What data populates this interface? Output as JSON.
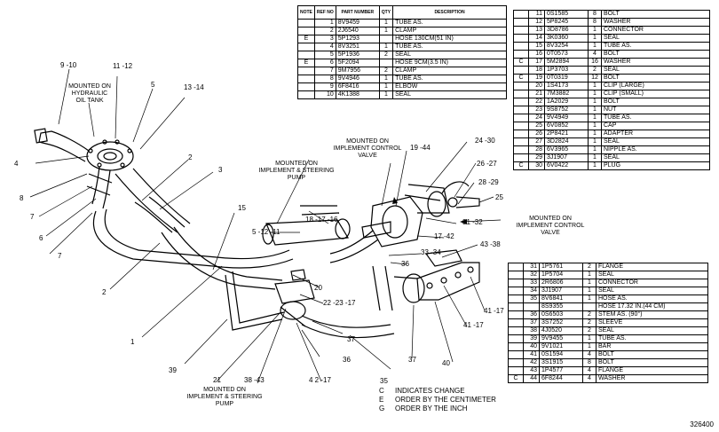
{
  "table_top": {
    "headers": [
      "NOTE",
      "REF NO",
      "PART NUMBER",
      "QTY",
      "DESCRIPTION"
    ],
    "rows": [
      {
        "c": "",
        "n": "1",
        "pn": "8V9459",
        "q": "1",
        "d": "TUBE AS."
      },
      {
        "c": "",
        "n": "2",
        "pn": "2J6540",
        "q": "1",
        "d": "CLAMP"
      },
      {
        "c": "E",
        "n": "3",
        "pn": "5P1293",
        "q": "",
        "d": "HOSE 130CM(51 IN)"
      },
      {
        "c": "",
        "n": "4",
        "pn": "8V3251",
        "q": "1",
        "d": "TUBE AS."
      },
      {
        "c": "",
        "n": "5",
        "pn": "5P1936",
        "q": "2",
        "d": "SEAL"
      },
      {
        "c": "E",
        "n": "6",
        "pn": "5F2094",
        "q": "",
        "d": "HOSE 9CM(3.5 IN)"
      },
      {
        "c": "",
        "n": "7",
        "pn": "9M7956",
        "q": "2",
        "d": "CLAMP"
      },
      {
        "c": "",
        "n": "8",
        "pn": "9V4946",
        "q": "1",
        "d": "TUBE AS."
      },
      {
        "c": "",
        "n": "9",
        "pn": "6F8416",
        "q": "1",
        "d": "ELBOW"
      },
      {
        "c": "",
        "n": "10",
        "pn": "4K1388",
        "q": "1",
        "d": "SEAL"
      }
    ]
  },
  "table_right_top": {
    "rows": [
      {
        "c": "",
        "n": "11",
        "pn": "0S1585",
        "q": "8",
        "d": "BOLT"
      },
      {
        "c": "",
        "n": "12",
        "pn": "5P8245",
        "q": "8",
        "d": "WASHER"
      },
      {
        "c": "",
        "n": "13",
        "pn": "3D8786",
        "q": "1",
        "d": "CONNECTOR"
      },
      {
        "c": "",
        "n": "14",
        "pn": "3K0360",
        "q": "1",
        "d": "SEAL"
      },
      {
        "c": "",
        "n": "15",
        "pn": "8V3254",
        "q": "1",
        "d": "TUBE AS."
      },
      {
        "c": "",
        "n": "16",
        "pn": "0T0573",
        "q": "4",
        "d": "BOLT"
      },
      {
        "c": "C",
        "n": "17",
        "pn": "5M2894",
        "q": "16",
        "d": "WASHER"
      },
      {
        "c": "",
        "n": "18",
        "pn": "1P3703",
        "q": "2",
        "d": "SEAL"
      },
      {
        "c": "C",
        "n": "19",
        "pn": "0T0319",
        "q": "12",
        "d": "BOLT"
      },
      {
        "c": "",
        "n": "20",
        "pn": "1S4173",
        "q": "1",
        "d": "CLIP (LARGE)"
      },
      {
        "c": "",
        "n": "21",
        "pn": "7M3882",
        "q": "1",
        "d": "CLIP (SMALL)"
      },
      {
        "c": "",
        "n": "22",
        "pn": "1A2029",
        "q": "1",
        "d": "BOLT"
      },
      {
        "c": "",
        "n": "23",
        "pn": "9S8752",
        "q": "1",
        "d": "NUT"
      },
      {
        "c": "",
        "n": "24",
        "pn": "9V4949",
        "q": "1",
        "d": "TUBE AS."
      },
      {
        "c": "",
        "n": "25",
        "pn": "6V0852",
        "q": "1",
        "d": "CAP"
      },
      {
        "c": "",
        "n": "26",
        "pn": "2P8421",
        "q": "1",
        "d": "ADAPTER"
      },
      {
        "c": "",
        "n": "27",
        "pn": "3D2824",
        "q": "1",
        "d": "SEAL"
      },
      {
        "c": "",
        "n": "28",
        "pn": "6V3965",
        "q": "1",
        "d": "NIPPLE AS."
      },
      {
        "c": "",
        "n": "29",
        "pn": "3J1907",
        "q": "1",
        "d": "SEAL"
      },
      {
        "c": "C",
        "n": "30",
        "pn": "6V0422",
        "q": "1",
        "d": "PLUG"
      }
    ]
  },
  "table_right_bottom": {
    "rows": [
      {
        "c": "",
        "n": "31",
        "pn": "1P5761",
        "q": "2",
        "d": "FLANGE"
      },
      {
        "c": "",
        "n": "32",
        "pn": "1P5704",
        "q": "1",
        "d": "SEAL"
      },
      {
        "c": "",
        "n": "33",
        "pn": "2R6806",
        "q": "1",
        "d": "CONNECTOR"
      },
      {
        "c": "",
        "n": "34",
        "pn": "3J1907",
        "q": "1",
        "d": "SEAL"
      },
      {
        "c": "",
        "n": "35",
        "pn": "8V6841",
        "q": "1",
        "d": "HOSE AS."
      },
      {
        "c": "",
        "n": "",
        "pn": "8S9355",
        "q": "",
        "d": "HOSE 17.32 IN.(44 CM)"
      },
      {
        "c": "",
        "n": "36",
        "pn": "0S6503",
        "q": "2",
        "d": "STEM AS. (90°)"
      },
      {
        "c": "",
        "n": "37",
        "pn": "3S7252",
        "q": "2",
        "d": "SLEEVE"
      },
      {
        "c": "",
        "n": "38",
        "pn": "4J0520",
        "q": "2",
        "d": "SEAL"
      },
      {
        "c": "",
        "n": "39",
        "pn": "9V9455",
        "q": "1",
        "d": "TUBE AS."
      },
      {
        "c": "",
        "n": "40",
        "pn": "9V1021",
        "q": "1",
        "d": "BAR"
      },
      {
        "c": "",
        "n": "41",
        "pn": "0S1594",
        "q": "4",
        "d": "BOLT"
      },
      {
        "c": "",
        "n": "42",
        "pn": "3S1915",
        "q": "8",
        "d": "BOLT"
      },
      {
        "c": "",
        "n": "43",
        "pn": "1P4577",
        "q": "4",
        "d": "FLANGE"
      },
      {
        "c": "C",
        "n": "44",
        "pn": "6F8244",
        "q": "4",
        "d": "WASHER"
      }
    ]
  },
  "notes": {
    "hydraulic_tank": "MOUNTED ON\nHYDRAULIC\nOIL TANK",
    "control_valve_top": "MOUNTED ON\nIMPLEMENT CONTROL\nVALVE",
    "pump_top": "MOUNTED ON\nIMPLEMENT & STEERING\nPUMP",
    "control_valve_right": "MOUNTED ON\nIMPLEMENT CONTROL\nVALVE",
    "pump_bottom": "MOUNTED ON\nIMPLEMENT & STEERING\nPUMP"
  },
  "callouts": {
    "c9_10": "9 -10",
    "c11_12": "11 -12",
    "c5": "5",
    "c13_14": "13 -14",
    "c4": "4",
    "c2a": "2",
    "c8": "8",
    "c7a": "7",
    "c6": "6",
    "c7b": "7",
    "c3": "3",
    "c15": "15",
    "c2b": "2",
    "c1": "1",
    "c39": "39",
    "c21": "21",
    "c38_43": "38 -43",
    "c4_17": "4 2 -17",
    "c35": "35",
    "c5_12_11": "5 -12 -11",
    "c18_17_16": "18 -17 -16",
    "c20": "20",
    "c22_23_17": "22 -23 -17",
    "c37a": "37",
    "c36a": "36",
    "c19_44": "19 -44",
    "c24_30": "24 -30",
    "c26_27": "26 -27",
    "c28_29": "28 -29",
    "c25": "25",
    "c31_32": "31 -32",
    "c17_42": "17 -42",
    "c43_38": "43 -38",
    "c33_34": "33 -34",
    "c36b": "36",
    "c41_17a": "41 -17",
    "c41_17b": "41 -17",
    "c40": "40",
    "c37b": "37"
  },
  "legend": [
    {
      "key": "C",
      "text": "INDICATES CHANGE"
    },
    {
      "key": "E",
      "text": "ORDER BY THE CENTIMETER"
    },
    {
      "key": "G",
      "text": "ORDER BY THE INCH"
    }
  ],
  "ident": "326400"
}
